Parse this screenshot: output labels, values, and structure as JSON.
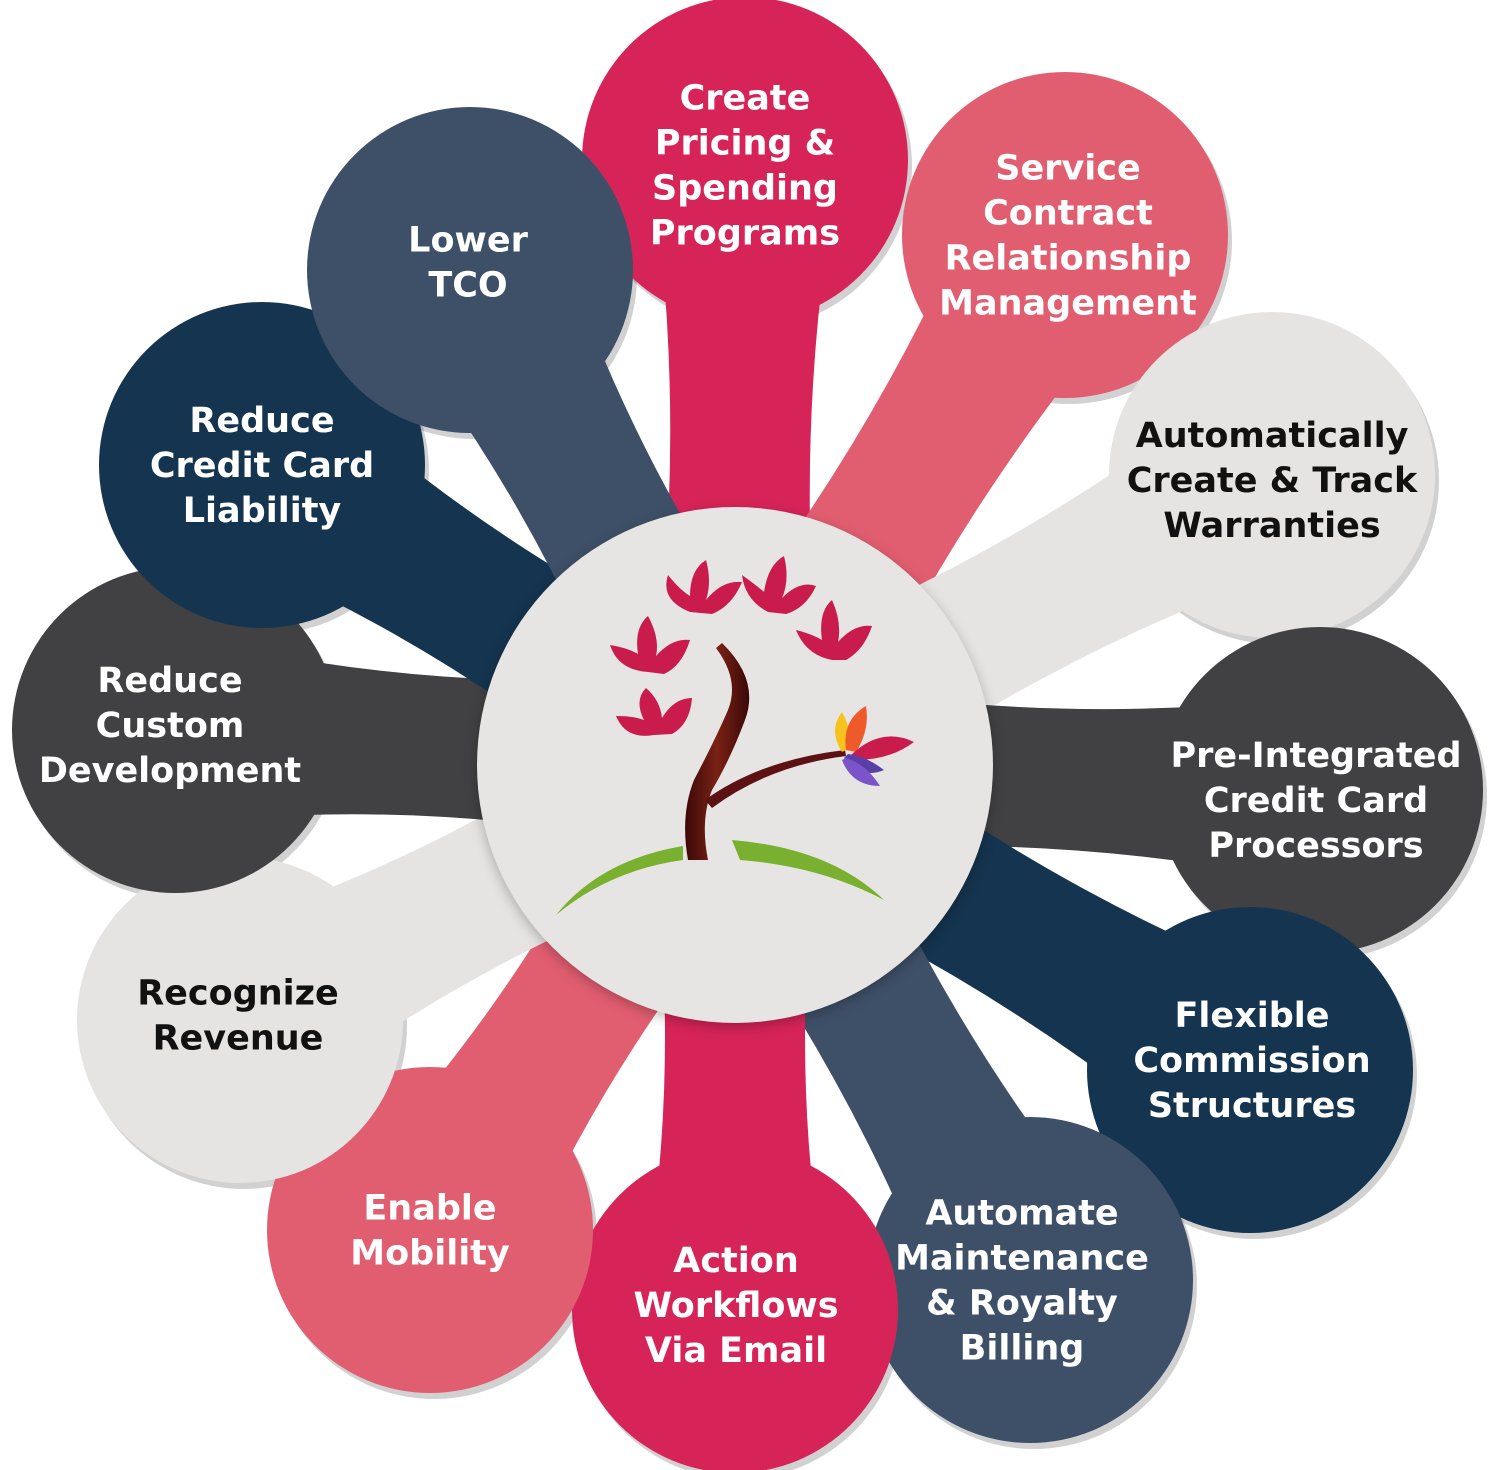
{
  "center": {
    "fill": "#e6e5e4"
  },
  "colors": {
    "crimson": "#d72458",
    "rose": "#e15e70",
    "slate": "#3e5068",
    "navy": "#15344f",
    "charcoal": "#414042",
    "light": "#e5e4e3",
    "trunk": "#5c1212",
    "leaf": "#c91c4d",
    "grass": "#7ab030"
  },
  "nodes": [
    {
      "id": "create-pricing",
      "color": "#d72458",
      "text_color": "#ffffff",
      "lines": [
        "Create",
        "Pricing &",
        "Spending",
        "Programs"
      ]
    },
    {
      "id": "service-contract",
      "color": "#e15e70",
      "text_color": "#ffffff",
      "lines": [
        "Service",
        "Contract",
        "Relationship",
        "Management"
      ]
    },
    {
      "id": "automatically-create",
      "color": "#e5e4e3",
      "text_color": "#111111",
      "lines": [
        "Automatically",
        "Create & Track",
        "Warranties"
      ]
    },
    {
      "id": "pre-integrated",
      "color": "#414042",
      "text_color": "#ffffff",
      "lines": [
        "Pre-Integrated",
        "Credit Card",
        "Processors"
      ]
    },
    {
      "id": "flexible-commission",
      "color": "#15344f",
      "text_color": "#ffffff",
      "lines": [
        "Flexible",
        "Commission",
        "Structures"
      ]
    },
    {
      "id": "automate-maintenance",
      "color": "#3e5068",
      "text_color": "#ffffff",
      "lines": [
        "Automate",
        "Maintenance",
        "& Royalty",
        "Billing"
      ]
    },
    {
      "id": "action-workflows",
      "color": "#d72458",
      "text_color": "#ffffff",
      "lines": [
        "Action",
        "Workflows",
        "Via Email"
      ]
    },
    {
      "id": "enable-mobility",
      "color": "#e15e70",
      "text_color": "#ffffff",
      "lines": [
        "Enable",
        "Mobility"
      ]
    },
    {
      "id": "recognize-revenue",
      "color": "#e5e4e3",
      "text_color": "#111111",
      "lines": [
        "Recognize",
        "Revenue"
      ]
    },
    {
      "id": "reduce-custom",
      "color": "#414042",
      "text_color": "#ffffff",
      "lines": [
        "Reduce",
        "Custom",
        "Development"
      ]
    },
    {
      "id": "reduce-credit",
      "color": "#15344f",
      "text_color": "#ffffff",
      "lines": [
        "Reduce",
        "Credit Card",
        "Liability"
      ]
    },
    {
      "id": "lower-tco",
      "color": "#3e5068",
      "text_color": "#ffffff",
      "lines": [
        "Lower",
        "TCO"
      ]
    }
  ]
}
